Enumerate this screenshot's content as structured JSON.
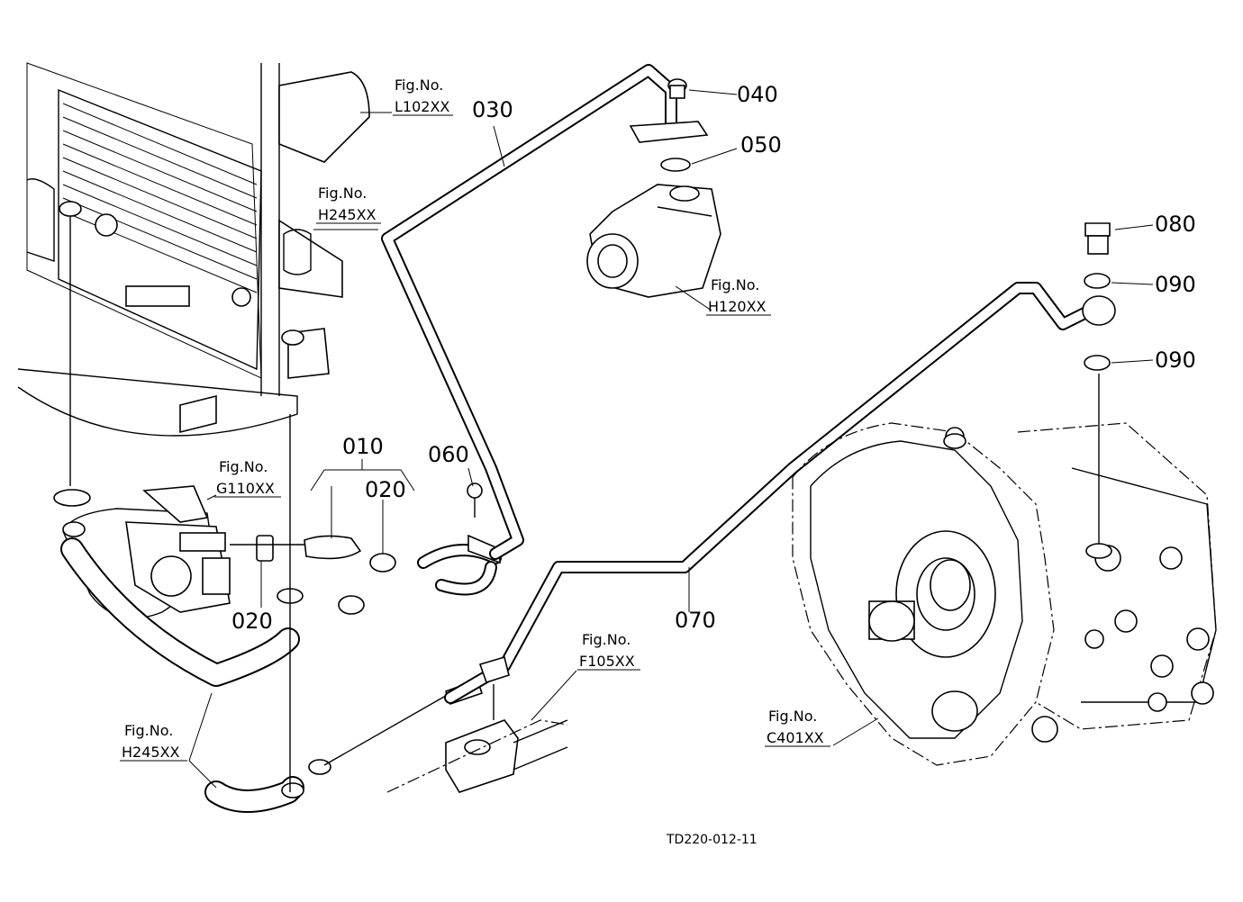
{
  "parts": {
    "p010": "010",
    "p020a": "020",
    "p020b": "020",
    "p030": "030",
    "p040": "040",
    "p050": "050",
    "p060": "060",
    "p070": "070",
    "p080": "080",
    "p090a": "090",
    "p090b": "090"
  },
  "fig_refs": {
    "prefix": "Fig.No.",
    "l102": "L102XX",
    "h245a": "H245XX",
    "h120": "H120XX",
    "g110": "G110XX",
    "f105": "F105XX",
    "c401": "C401XX",
    "h245b": "H245XX"
  },
  "diagram_code": "TD220-012-11"
}
